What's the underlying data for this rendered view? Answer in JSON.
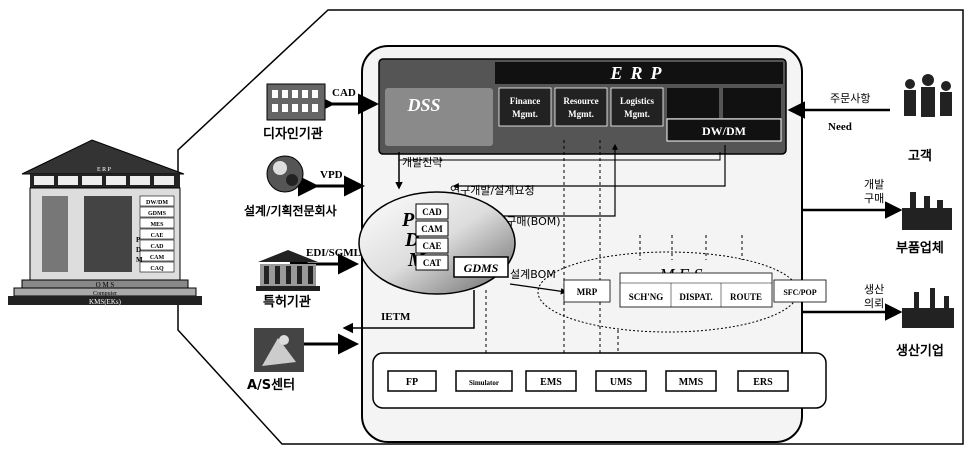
{
  "erp": {
    "title": "ERP",
    "dss": "DSS",
    "modules": [
      {
        "line1": "Finance",
        "line2": "Mgmt."
      },
      {
        "line1": "Resource",
        "line2": "Mgmt."
      },
      {
        "line1": "Logistics",
        "line2": "Mgmt."
      }
    ],
    "dwdm": "DW/DM"
  },
  "pdm": {
    "letters": [
      "P",
      "D",
      "M"
    ],
    "modules": [
      "CAD",
      "CAM",
      "CAE",
      "CAT"
    ],
    "gdms": "GDMS"
  },
  "mes": {
    "title": "MES",
    "mrp": "MRP",
    "modules": [
      "SCH'NG",
      "DISPAT.",
      "ROUTE"
    ],
    "sfc": "SFC/POP"
  },
  "bottom_modules": [
    "FP",
    "Simulator",
    "EMS",
    "UMS",
    "MMS",
    "ERS"
  ],
  "external": {
    "design_agency": "디자인기관",
    "design_firm": "설계/기획전문회사",
    "patent_office": "특허기관",
    "as_center": "A/S센터",
    "customer": "고객",
    "parts_supplier": "부품업체",
    "manufacturer": "생산기업"
  },
  "arrows": {
    "cad": "CAD",
    "vpd": "VPD",
    "edi": "EDI/SGML",
    "ietm": "IETM",
    "order": "주문사항",
    "need": "Need",
    "dev_purchase": "개발\n구매",
    "prod_request": "생산\n의뢰"
  },
  "flows": {
    "dev_strategy": "개발전략",
    "rnd_request": "연구개발/설계요청",
    "dev_purchase_bom": "개발구매(BOM)",
    "design_bom": "설계BOM"
  },
  "building": {
    "rows": [
      "DW/DM",
      "GDMS",
      "MES",
      "CAE",
      "CAD",
      "CAM",
      "CAQ"
    ],
    "pdm_letters": [
      "P",
      "D",
      "M"
    ],
    "roof": "E R P",
    "base1": "O M S",
    "base2": "Computer",
    "base3": "KMS(EKs)"
  }
}
